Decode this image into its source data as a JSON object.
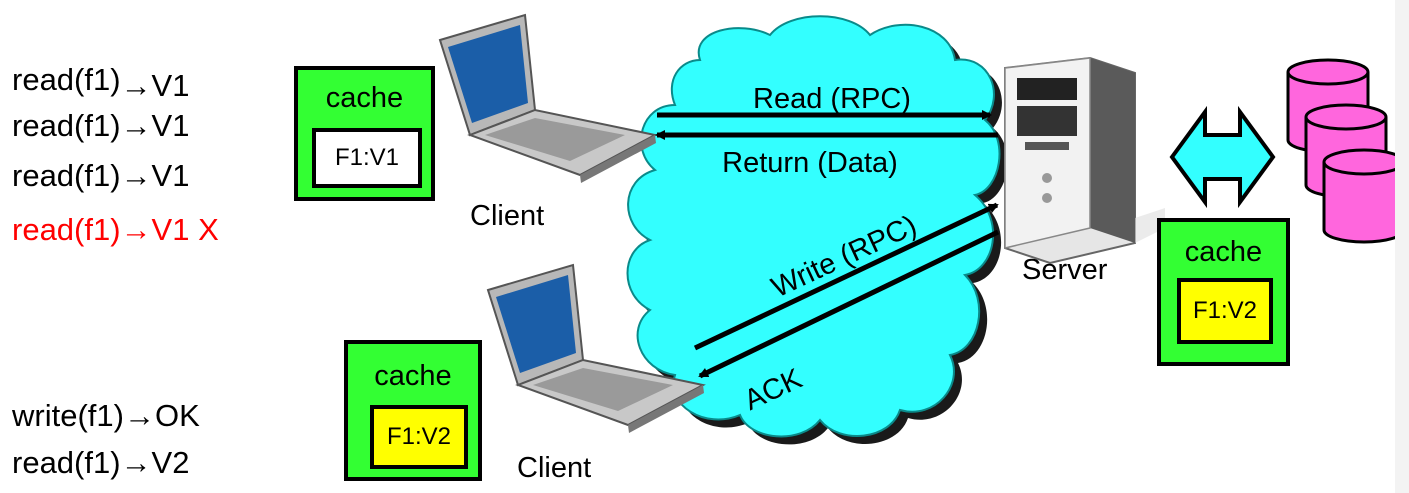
{
  "client_ops_top": [
    {
      "call": "read(f1)",
      "arrow": "→",
      "result": "V1",
      "stale": false
    },
    {
      "call": "read(f1)",
      "arrow": "→",
      "result": "V1",
      "stale": false
    },
    {
      "call": "read(f1)",
      "arrow": "→",
      "result": "V1",
      "stale": false
    },
    {
      "call": "read(f1)",
      "arrow": "→",
      "result": "V1 X",
      "stale": true
    }
  ],
  "client_ops_bottom": [
    {
      "call": "write(f1)",
      "arrow": "→",
      "result": "OK"
    },
    {
      "call": "read(f1)",
      "arrow": "→",
      "result": "V2"
    }
  ],
  "caches": {
    "client1": {
      "title": "cache",
      "entry": "F1:V1"
    },
    "client2": {
      "title": "cache",
      "entry": "F1:V2"
    },
    "server": {
      "title": "cache",
      "entry": "F1:V2"
    }
  },
  "labels": {
    "client1": "Client",
    "client2": "Client",
    "server": "Server"
  },
  "messages": {
    "read": "Read (RPC)",
    "return": "Return (Data)",
    "write": "Write (RPC)",
    "ack": "ACK"
  },
  "colors": {
    "cache_bg": "#33ff33",
    "entry_fresh": "#ffffff",
    "entry_new": "#ffff00",
    "cloud": "#33ffff",
    "disk": "#ff66dd",
    "stale_text": "#ff0000"
  }
}
